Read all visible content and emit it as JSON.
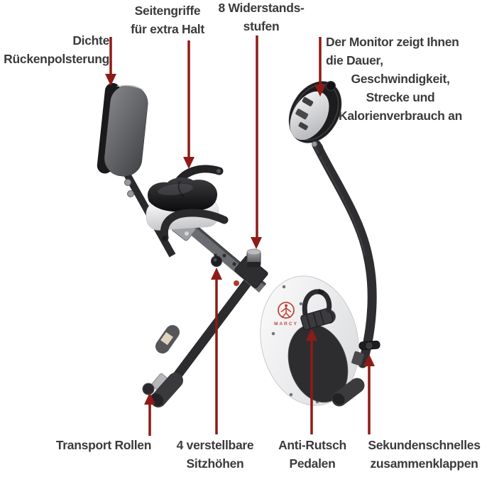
{
  "figure": {
    "kind": "annotated product feature diagram",
    "subject": "folding exercise bike",
    "background": "#ffffff"
  },
  "colors": {
    "arrow": "#8e1b17",
    "label_text": "#3b3b3d",
    "logo_red": "#c44536",
    "frame_dark": "#2c2c2f",
    "housing_white": "#f2f2f4"
  },
  "logo": {
    "text": "MARCY"
  },
  "labels": {
    "backrest": {
      "lines": [
        "Dichte",
        "Rückenpolsterung"
      ]
    },
    "sidegrips": {
      "lines": [
        "Seitengriffe",
        "für extra Halt"
      ]
    },
    "resistance": {
      "lines": [
        "8 Widerstands-",
        "stufen"
      ]
    },
    "monitor": {
      "lines": [
        "Der Monitor zeigt Ihnen",
        "die Dauer,",
        "Geschwindigkeit,",
        "Strecke und",
        "Kalorienverbrauch an"
      ]
    },
    "transport": {
      "lines": [
        "Transport Rollen"
      ]
    },
    "seatheight": {
      "lines": [
        "4 verstellbare",
        "Sitzhöhen"
      ]
    },
    "pedals": {
      "lines": [
        "Anti-Rutsch",
        "Pedalen"
      ]
    },
    "fold": {
      "lines": [
        "Sekundenschnelles",
        "zusammenklappen"
      ]
    }
  }
}
